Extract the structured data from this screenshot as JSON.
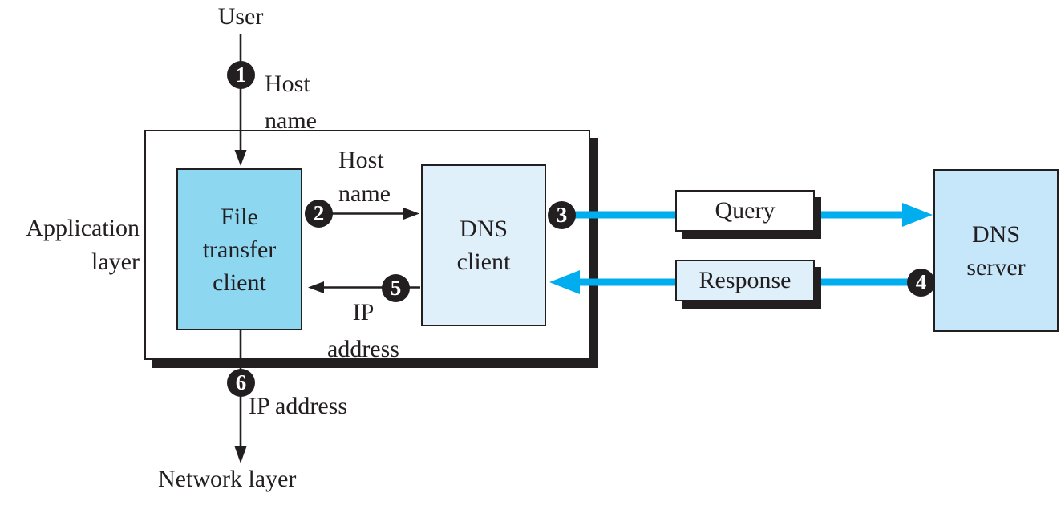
{
  "diagram": {
    "user_label": "User",
    "network_layer_label": "Network layer",
    "application_layer_label": "Application\nlayer",
    "boxes": {
      "file_transfer_client": "File\ntransfer\nclient",
      "dns_client": "DNS\nclient",
      "dns_server": "DNS\nserver",
      "query": "Query",
      "response": "Response"
    },
    "steps": [
      {
        "number": "1",
        "label": "Host\nname"
      },
      {
        "number": "2",
        "label": "Host\nname"
      },
      {
        "number": "3",
        "label": ""
      },
      {
        "number": "4",
        "label": ""
      },
      {
        "number": "5",
        "label": "IP\naddress"
      },
      {
        "number": "6",
        "label": "IP address"
      }
    ],
    "colors": {
      "ink": "#231F20",
      "accent_cyan": "#00AEEF",
      "file_transfer_fill": "#8DD7F1",
      "dns_client_fill": "#DFF0FA",
      "dns_server_fill": "#C6E7FA",
      "response_fill": "#DFF0FA",
      "query_fill": "#FFFFFF"
    }
  }
}
